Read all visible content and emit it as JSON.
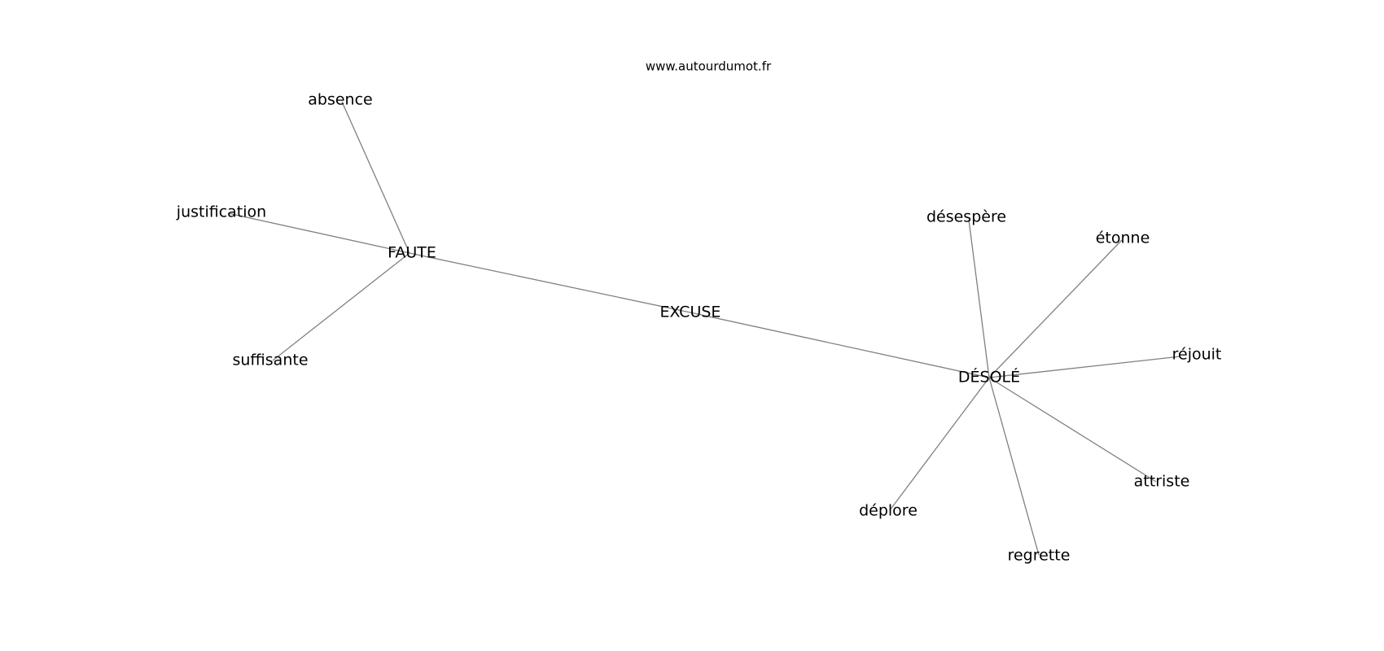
{
  "credit": "www.autourdumot.fr",
  "nodes": [
    {
      "id": "faute",
      "label": "FAUTE"
    },
    {
      "id": "excuse",
      "label": "EXCUSE"
    },
    {
      "id": "desole",
      "label": "DÉSOLÉ"
    },
    {
      "id": "absence",
      "label": "absence"
    },
    {
      "id": "justification",
      "label": "justification"
    },
    {
      "id": "suffisante",
      "label": "suffisante"
    },
    {
      "id": "desespere",
      "label": "désespère"
    },
    {
      "id": "etonne",
      "label": "étonne"
    },
    {
      "id": "rejouit",
      "label": "réjouit"
    },
    {
      "id": "attriste",
      "label": "attriste"
    },
    {
      "id": "deplore",
      "label": "déplore"
    },
    {
      "id": "regrette",
      "label": "regrette"
    }
  ],
  "edges": [
    {
      "from": "faute",
      "to": "excuse"
    },
    {
      "from": "excuse",
      "to": "desole"
    },
    {
      "from": "faute",
      "to": "absence"
    },
    {
      "from": "faute",
      "to": "justification"
    },
    {
      "from": "faute",
      "to": "suffisante"
    },
    {
      "from": "desole",
      "to": "desespere"
    },
    {
      "from": "desole",
      "to": "etonne"
    },
    {
      "from": "desole",
      "to": "rejouit"
    },
    {
      "from": "desole",
      "to": "attriste"
    },
    {
      "from": "desole",
      "to": "deplore"
    },
    {
      "from": "desole",
      "to": "regrette"
    }
  ]
}
